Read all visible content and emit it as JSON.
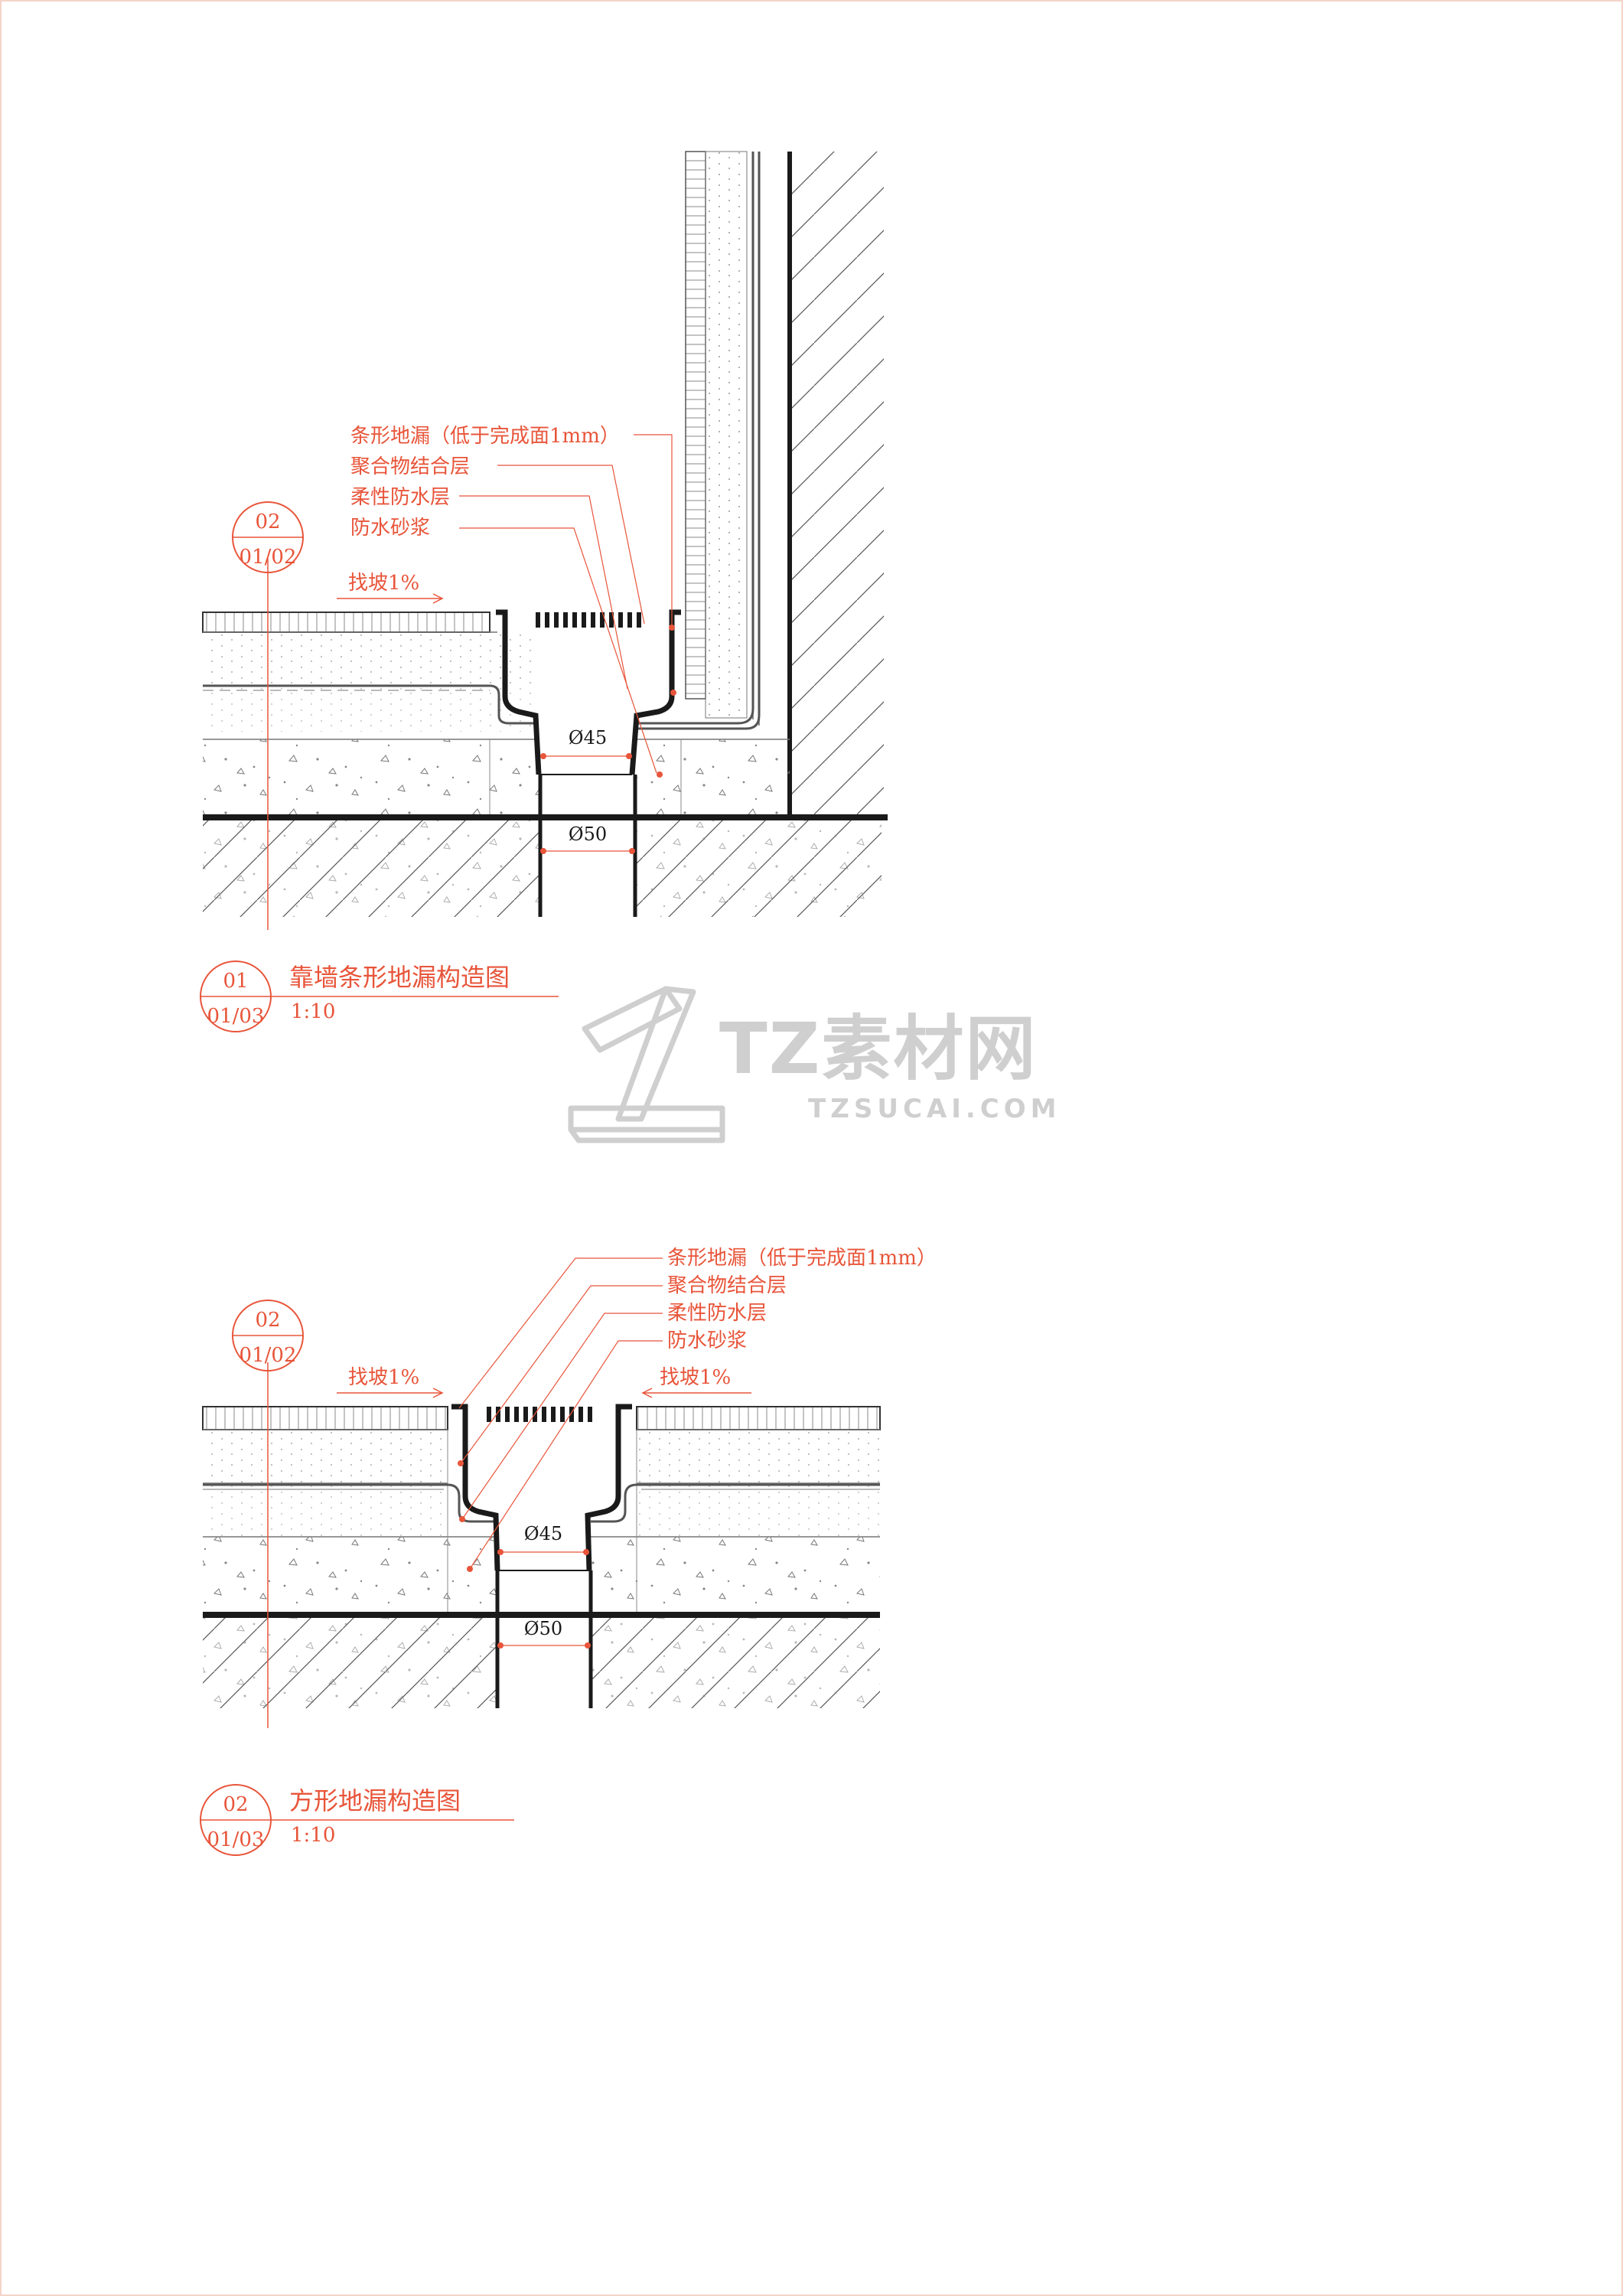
{
  "colors": {
    "annotation": "#e8553a",
    "line": "#1a1a1a",
    "watermark": "#a8a8a8"
  },
  "drawing1": {
    "callouts": [
      "条形地漏（低于完成面1mm）",
      "聚合物结合层",
      "柔性防水层",
      "防水砂浆"
    ],
    "slope": "找坡1%",
    "ref_bubble": {
      "top": "02",
      "bottom": "01/02"
    },
    "dim_inner": "Ø45",
    "dim_outer": "Ø50",
    "title": {
      "number": "01",
      "sheet": "01/03",
      "name": "靠墙条形地漏构造图",
      "scale": "1:10"
    }
  },
  "drawing2": {
    "callouts": [
      "条形地漏（低于完成面1mm）",
      "聚合物结合层",
      "柔性防水层",
      "防水砂浆"
    ],
    "slope_left": "找坡1%",
    "slope_right": "找坡1%",
    "ref_bubble": {
      "top": "02",
      "bottom": "01/02"
    },
    "dim_inner": "Ø45",
    "dim_outer": "Ø50",
    "title": {
      "number": "02",
      "sheet": "01/03",
      "name": "方形地漏构造图",
      "scale": "1:10"
    }
  },
  "watermark": {
    "brand": "TZ素材网",
    "url": "TZSUCAI.COM",
    "icon": "tz-logo-icon"
  }
}
